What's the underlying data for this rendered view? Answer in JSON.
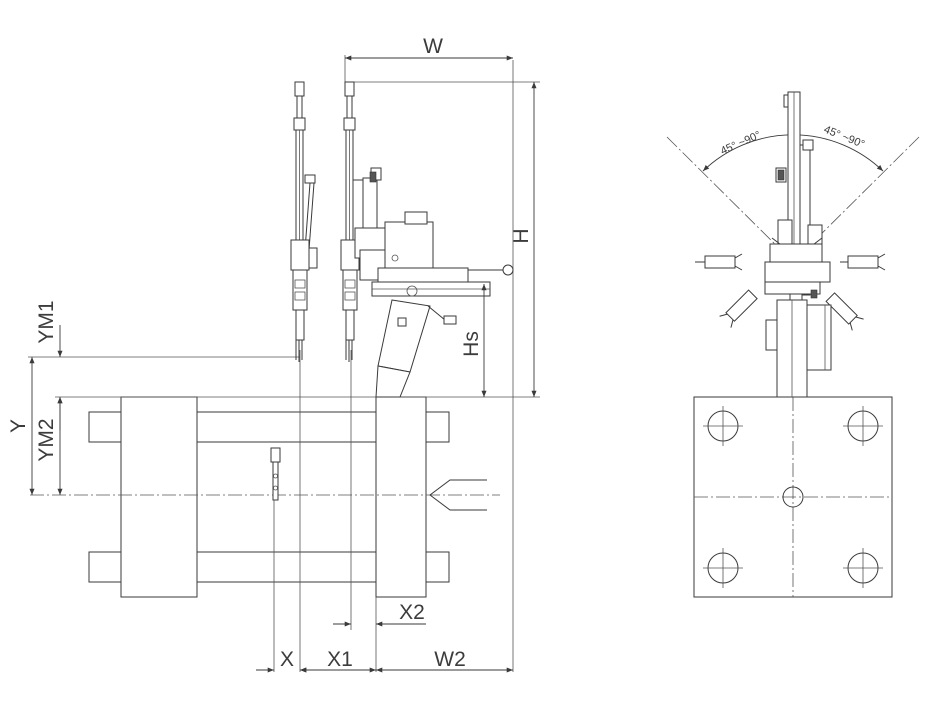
{
  "dimensions": {
    "w": "W",
    "h": "H",
    "hs": "Hs",
    "ym1": "YM1",
    "ym2": "YM2",
    "y": "Y",
    "x": "X",
    "x1": "X1",
    "x2": "X2",
    "w2": "W2"
  },
  "angles": {
    "left": "45° ~90°",
    "right": "45° ~90°"
  },
  "colors": {
    "line": "#3a3a3a",
    "text": "#3c3c3c",
    "background": "#ffffff"
  }
}
